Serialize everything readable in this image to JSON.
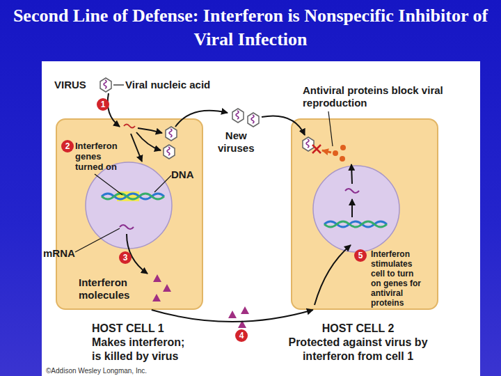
{
  "diagram": {
    "title": "Second Line of Defense: Interferon is Nonspecific Inhibitor of Viral Infection",
    "nodes": [
      {
        "text": [
          "HOST CELL 1",
          "Makes interferon; is killed by virus"
        ]
      },
      {
        "text": [
          "HOST CELL 2",
          "Protected against virus by interferon from cell 1"
        ]
      }
    ],
    "edges": [
      {
        "from": 0,
        "to": 1,
        "arrow": "to"
      }
    ],
    "labels": [
      "VIRUS",
      "Viral nucleic acid",
      "1",
      "Interferon genes turned on",
      "2",
      "DNA",
      "mRNA",
      "3",
      "Interferon molecules",
      "New viruses",
      "Antiviral proteins block viral reproduction",
      "5",
      "Interferon stimulates cell to turn on genes for antiviral proteins",
      "4",
      "©Addison Wesley Longman, Inc."
    ]
  }
}
